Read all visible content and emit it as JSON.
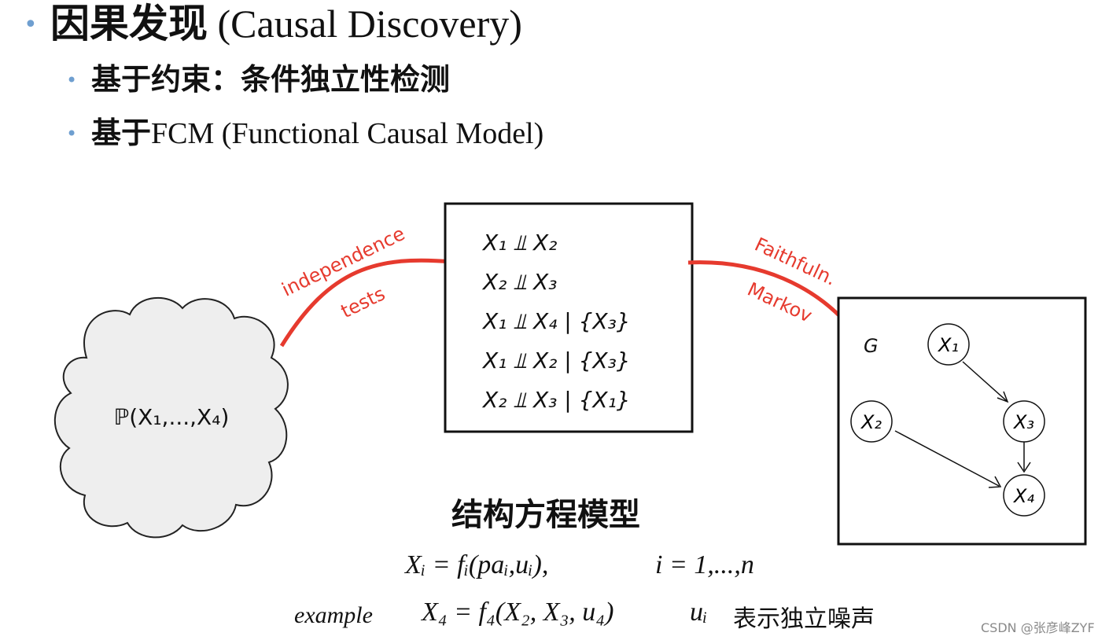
{
  "heading": {
    "cn": "因果发现",
    "en": "(Causal Discovery)"
  },
  "bullets": [
    {
      "cn": "基于约束：条件独立性检测",
      "en": ""
    },
    {
      "cn": "基于",
      "en": "FCM (Functional Causal Model)"
    }
  ],
  "diagram": {
    "cloud_label": "ℙ(X₁,...,X₄)",
    "arrow1_label_line1": "independence",
    "arrow1_label_line2": "tests",
    "independence_statements": [
      "X₁ ⫫ X₂",
      "X₂ ⫫ X₃",
      "X₁ ⫫ X₄ | {X₃}",
      "X₁ ⫫ X₂ | {X₃}",
      "X₂ ⫫ X₃ | {X₁}"
    ],
    "arrow2_label_line1": "Faithfuln.",
    "arrow2_label_line2": "Markov",
    "graph_label": "G",
    "nodes": [
      "X₁",
      "X₂",
      "X₃",
      "X₄"
    ],
    "accent_color": "#e63a2e"
  },
  "sem": {
    "title": "结构方程模型",
    "equation": "Xᵢ = fᵢ(paᵢ,uᵢ),",
    "range": "i = 1,...,n",
    "example_label": "example",
    "example_equation": "X₄ = f₄(X₂, X₃, u₄)",
    "noise_symbol": "uᵢ",
    "noise_note": "表示独立噪声"
  },
  "watermark": "CSDN @张彦峰ZYF"
}
